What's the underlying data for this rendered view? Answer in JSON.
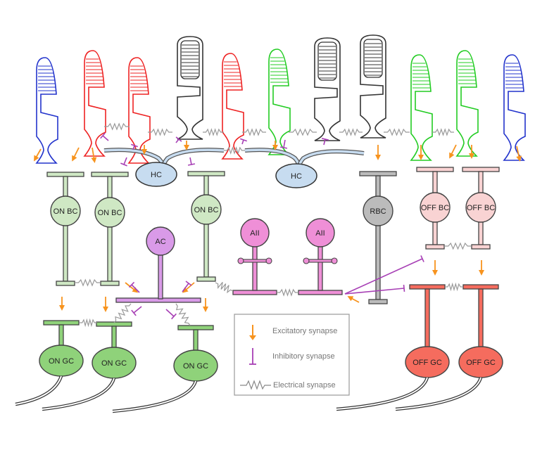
{
  "colors": {
    "excitatory": "#f7931e",
    "inhibitory": "#a73fb5",
    "electrical": "#999999",
    "rod": "#333333",
    "cone_blue": "#2233cc",
    "cone_red": "#ee2222",
    "cone_green": "#22cc22",
    "on_bc": "#cfe8c4",
    "off_bc": "#f9d3d3",
    "rbc": "#bbbbbb",
    "hc": "#c7dcf0",
    "ac": "#d99ae8",
    "aii": "#ef8fd7",
    "on_gc": "#8fd27a",
    "off_gc": "#f56c5e"
  },
  "photoreceptors": [
    {
      "type": "cone",
      "color": "blue"
    },
    {
      "type": "cone",
      "color": "red"
    },
    {
      "type": "cone",
      "color": "red"
    },
    {
      "type": "rod",
      "color": "black"
    },
    {
      "type": "cone",
      "color": "red"
    },
    {
      "type": "cone",
      "color": "green"
    },
    {
      "type": "rod",
      "color": "black"
    },
    {
      "type": "rod",
      "color": "black"
    },
    {
      "type": "cone",
      "color": "green"
    },
    {
      "type": "cone",
      "color": "green"
    },
    {
      "type": "cone",
      "color": "blue"
    }
  ],
  "cells": {
    "hc1": "HC",
    "hc2": "HC",
    "on_bc1": "ON BC",
    "on_bc2": "ON BC",
    "on_bc3": "ON BC",
    "rbc": "RBC",
    "off_bc1": "OFF BC",
    "off_bc2": "OFF BC",
    "ac": "AC",
    "aii1": "AII",
    "aii2": "AII",
    "on_gc1": "ON GC",
    "on_gc2": "ON GC",
    "on_gc3": "ON GC",
    "off_gc1": "OFF GC",
    "off_gc2": "OFF GC"
  },
  "legend": {
    "excitatory": "Excitatory synapse",
    "inhibitory": "Inhibitory synapse",
    "electrical": "Electrical synapse"
  }
}
